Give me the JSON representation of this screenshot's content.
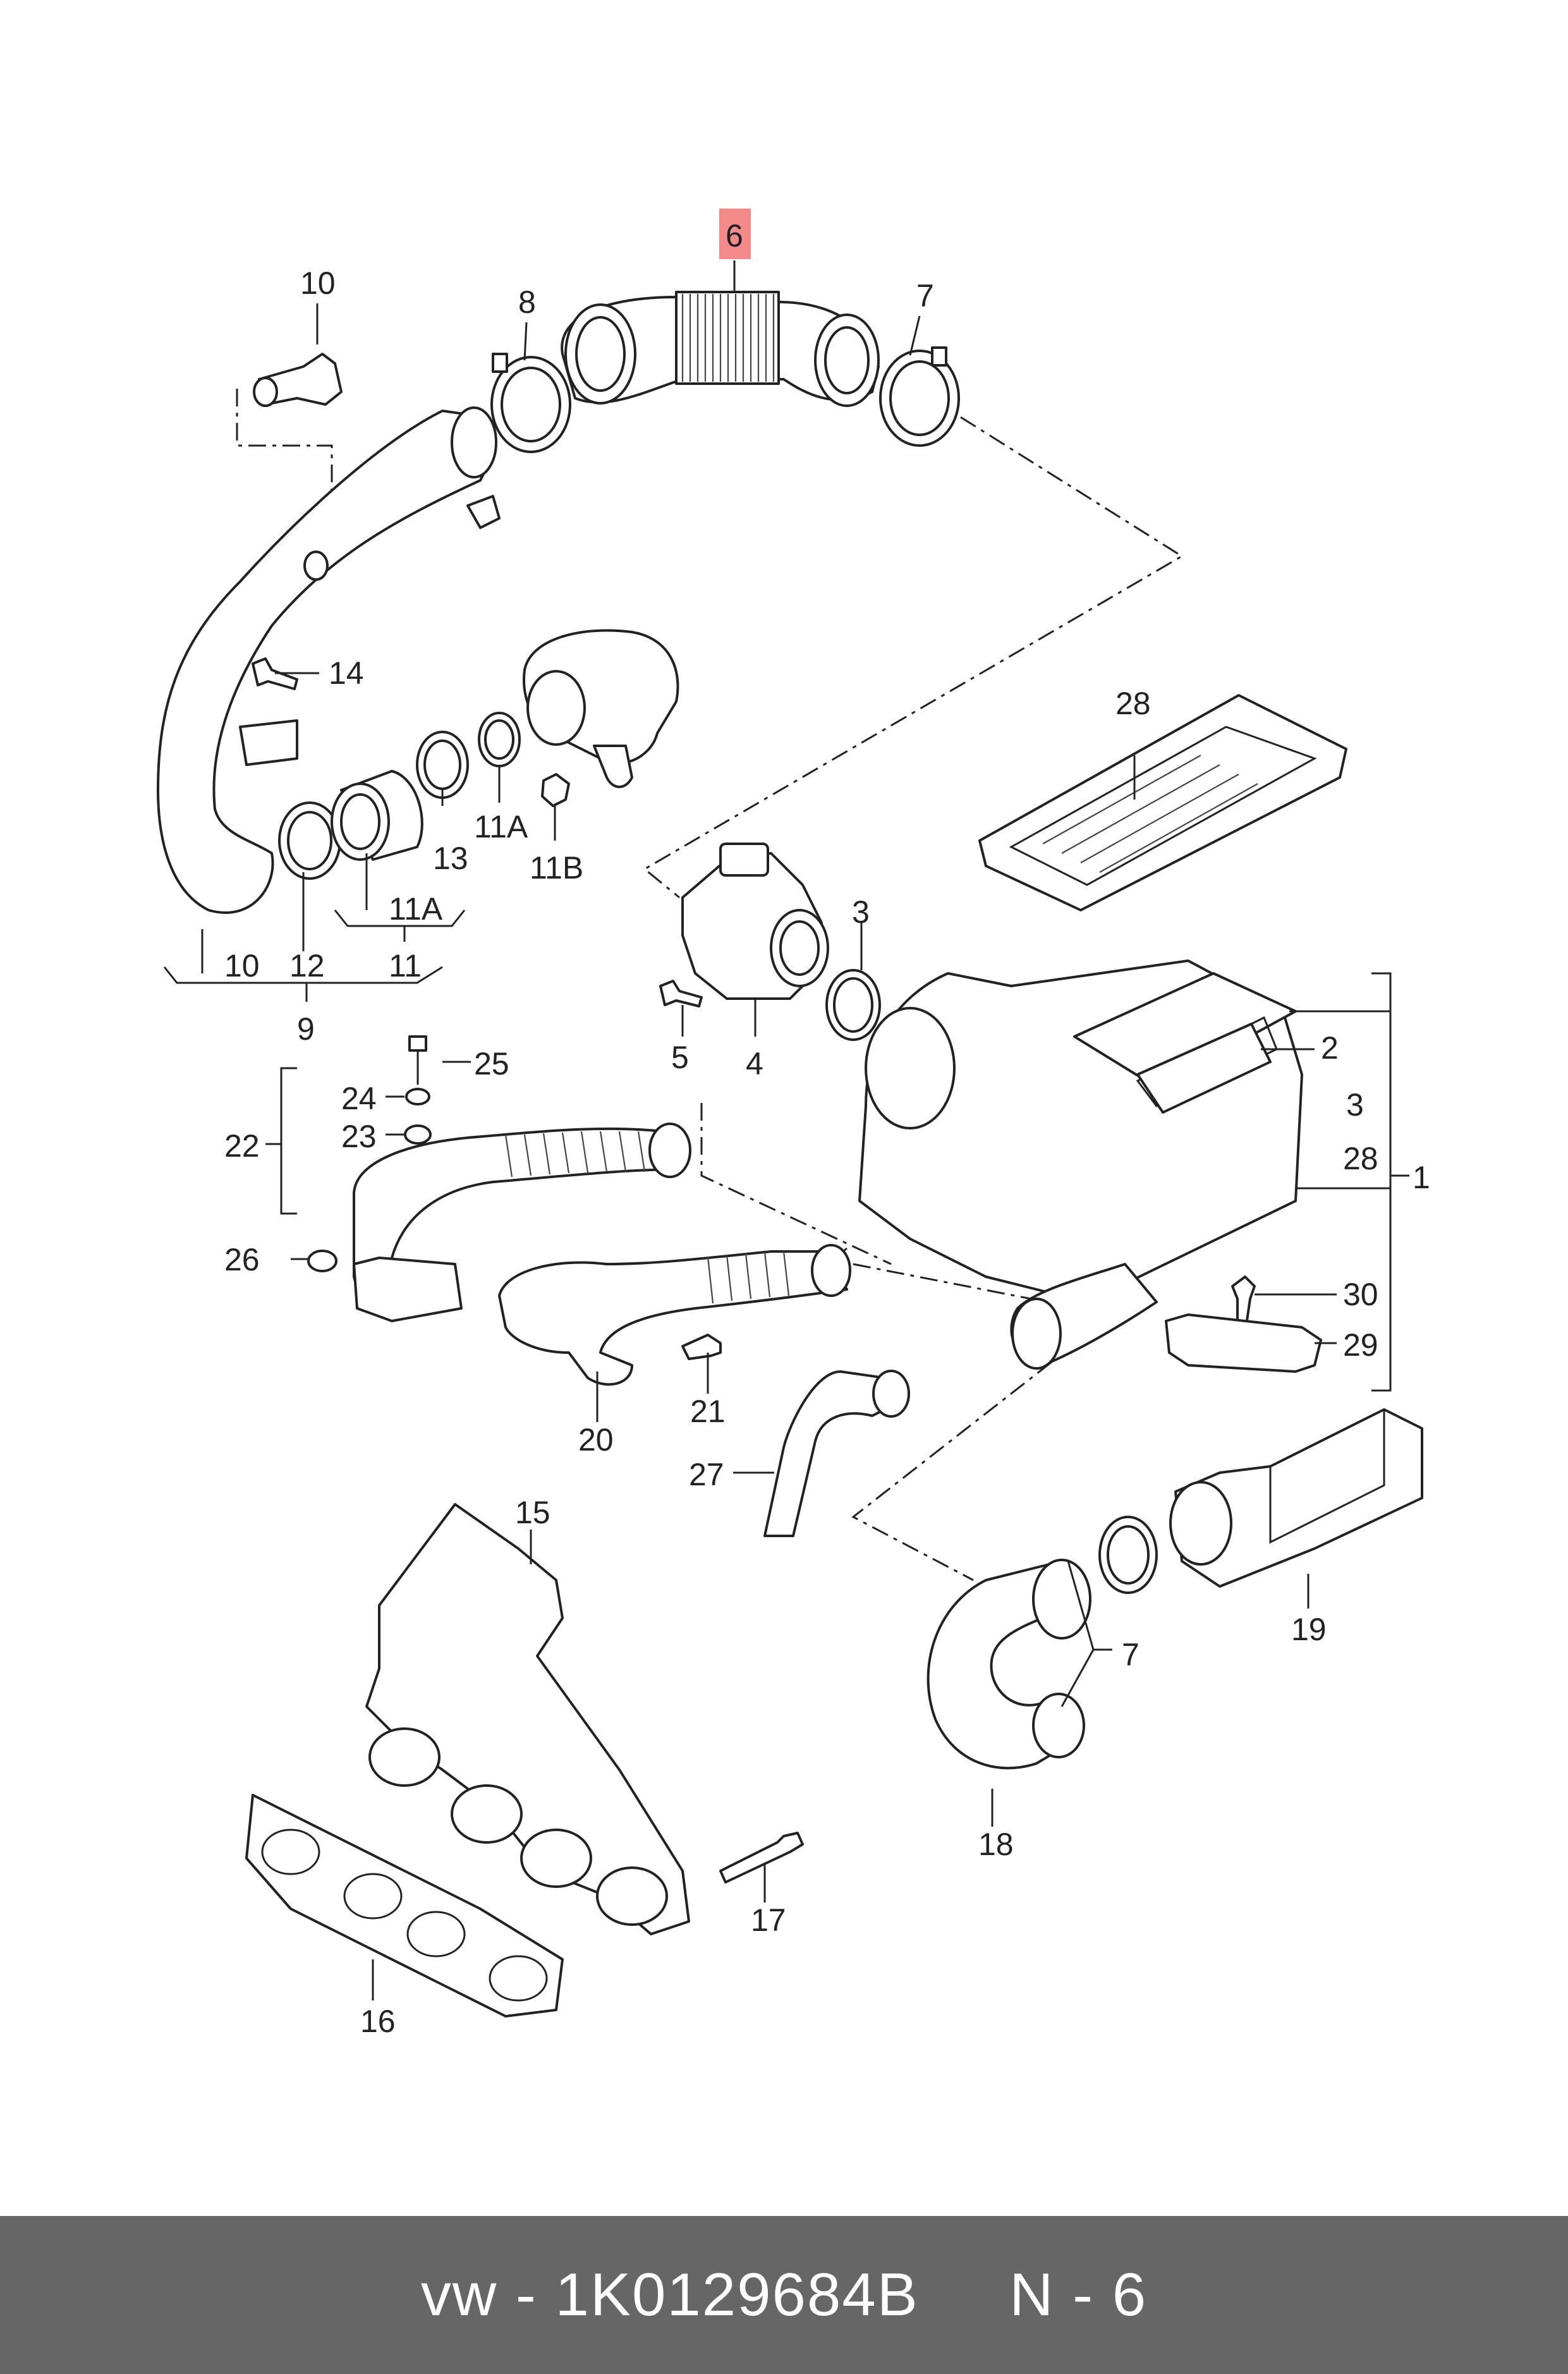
{
  "callouts": {
    "c1": "1",
    "c2": "2",
    "c3a": "3",
    "c3b": "3",
    "c4": "4",
    "c5": "5",
    "c6": "6",
    "c7a": "7",
    "c7b": "7",
    "c8": "8",
    "c9": "9",
    "c10a": "10",
    "c10b": "10",
    "c11": "11",
    "c11A_a": "11A",
    "c11A_b": "11A",
    "c11B": "11B",
    "c12": "12",
    "c13": "13",
    "c14": "14",
    "c15": "15",
    "c16": "16",
    "c17": "17",
    "c18": "18",
    "c19": "19",
    "c20": "20",
    "c21": "21",
    "c22": "22",
    "c23": "23",
    "c24": "24",
    "c25": "25",
    "c26": "26",
    "c27": "27",
    "c28a": "28",
    "c28b": "28",
    "c29": "29",
    "c30": "30"
  },
  "highlight_color": "#f48a8a",
  "footer": {
    "text": "vw - 1K0129684B     N - 6",
    "background": "#666666"
  }
}
